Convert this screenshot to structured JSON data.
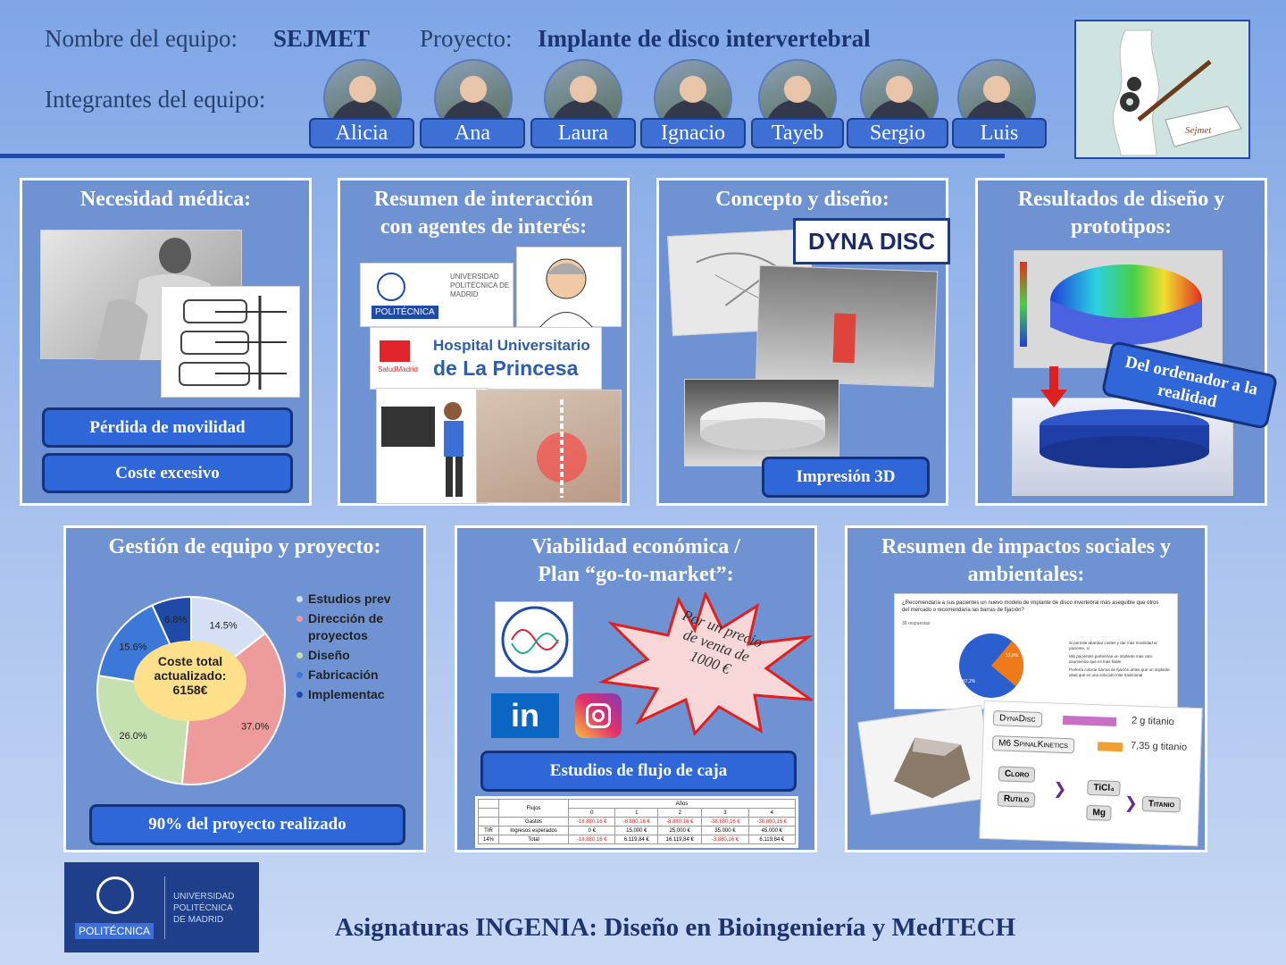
{
  "header": {
    "team_label": "Nombre del equipo:",
    "team_name": "SEJMET",
    "project_label": "Proyecto:",
    "project_name": "Implante de disco intervertebral",
    "members_label": "Integrantes del equipo:",
    "members": [
      "Alicia",
      "Ana",
      "Laura",
      "Ignacio",
      "Tayeb",
      "Sergio",
      "Luis"
    ],
    "logo_text": "Sejmet"
  },
  "panels": {
    "need": {
      "title": "Necesidad médica:",
      "pills": [
        "Pérdida de movilidad",
        "Coste excesivo"
      ]
    },
    "stakeholders": {
      "title_line1": "Resumen de interacción",
      "title_line2": "con agentes de interés:",
      "upm_text": "UNIVERSIDAD POLITÉCNICA DE MADRID",
      "upm_badge": "POLITÉCNICA",
      "hospital_line1": "Hospital Universitario",
      "hospital_line2": "de La Princesa",
      "hospital_sub": "SaludMadrid"
    },
    "concept": {
      "title": "Concepto y diseño:",
      "brand": "DYNA DISC",
      "pill": "Impresión 3D"
    },
    "results": {
      "title_line1": "Resultados de diseño y",
      "title_line2": "prototipos:",
      "badge": "Del ordenador a la realidad"
    },
    "management": {
      "title": "Gestión de equipo y proyecto:",
      "center_line1": "Coste total",
      "center_line2": "actualizado:",
      "center_line3": "6158€",
      "pill": "90% del proyecto realizado"
    },
    "viability": {
      "title_line1": "Viabilidad económica /",
      "title_line2": "Plan “go-to-market”:",
      "burst": "Por un precio de venta de 1000 €",
      "pill": "Estudios de flujo de caja",
      "table": {
        "header_flujos": "Flujos",
        "header_anos": "Años",
        "years": [
          "0",
          "1",
          "2",
          "3",
          "4"
        ],
        "rows": [
          {
            "left": "",
            "label": "Gastos",
            "values": [
              "-18.880,16 €",
              "-8.880,16 €",
              "-8.880,16 €",
              "-38.880,16 €",
              "-38.880,16 €"
            ]
          },
          {
            "left": "TIR",
            "label": "Ingresos esperados",
            "values": [
              "0 €",
              "15.000 €",
              "25.000 €",
              "35.000 €",
              "45.000 €"
            ]
          },
          {
            "left": "14%",
            "label": "Total",
            "values": [
              "-18.880,16 €",
              "6.119,84 €",
              "16.119,84 €",
              "-3.880,16 €",
              "6.119,84 €"
            ]
          }
        ]
      }
    },
    "impacts": {
      "title_line1": "Resumen de impactos sociales y",
      "title_line2": "ambientales:",
      "survey_question": "¿Recomendaría a sus pacientes un nuevo modelo de implante de disco invertebral más asequible que otros del mercado o recomendaría las barras de fijación?",
      "survey_count": "39 respuestas",
      "survey_legend": [
        "Si permite abaratar costes y dar más movilidad al paciente, sí",
        "Mis pacientes preferirían un implante más caro asumiendo que es más fiable",
        "Prefería colocar barras de fijación antes que un implante ideal que es una solución más tradicional"
      ],
      "survey_pct_big": "87,2%",
      "survey_pct_small": "12,8%",
      "flow": {
        "dynadisc": "DynaDisc",
        "dynadisc_val": "2 g titanio",
        "m6": "M6 SpinalKinetics",
        "m6_val": "7,35 g titanio",
        "cloro": "Cloro",
        "rutilo": "Rutilo",
        "ticl": "TiCl₄",
        "mg": "Mg",
        "titanio": "Titanio"
      }
    }
  },
  "chart_data": {
    "type": "pie",
    "title": "",
    "series": [
      {
        "name": "Estudios prev",
        "value": 14.5,
        "color": "#d6e0f5"
      },
      {
        "name": "Dirección de proyectos",
        "value": 37.0,
        "color": "#ee9b9b"
      },
      {
        "name": "Diseño",
        "value": 26.0,
        "color": "#c6e1b0"
      },
      {
        "name": "Fabricación",
        "value": 15.6,
        "color": "#3c78d8"
      },
      {
        "name": "Implementac",
        "value": 6.8,
        "color": "#1f4aa8"
      }
    ],
    "labels": [
      "14.5%",
      "37.0%",
      "26.0%",
      "15.6%",
      "6.8%"
    ],
    "legend_position": "right"
  },
  "footer": {
    "logo_line1": "UNIVERSIDAD",
    "logo_line2": "POLITÉCNICA",
    "logo_line3": "DE MADRID",
    "logo_badge": "POLITÉCNICA",
    "subject": "Asignaturas INGENIA: Diseño en Bioingeniería y MedTECH"
  },
  "colors": {
    "panel": "#6f93d2",
    "pill": "#2f67d8",
    "title_text": "#1c3470"
  }
}
